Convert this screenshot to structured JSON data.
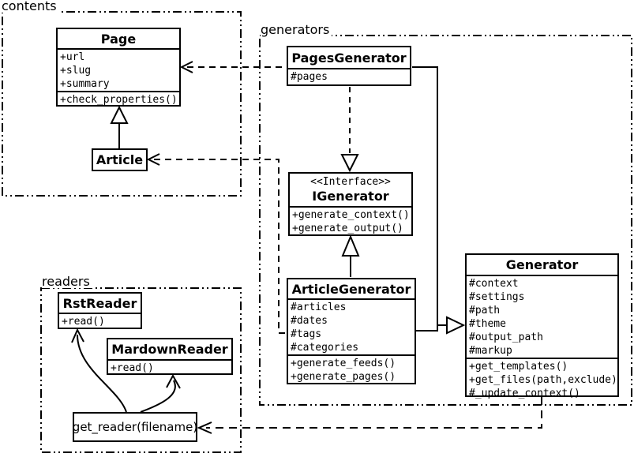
{
  "packages": {
    "contents": {
      "label": "contents"
    },
    "generators": {
      "label": "generators"
    },
    "readers": {
      "label": "readers"
    }
  },
  "classes": {
    "page": {
      "title": "Page",
      "attributes": [
        "+url",
        "+slug",
        "+summary"
      ],
      "methods": [
        "+check_properties()"
      ]
    },
    "article": {
      "title": "Article"
    },
    "pages_generator": {
      "title": "PagesGenerator",
      "attributes": [
        "#pages"
      ]
    },
    "igenerator": {
      "stereotype": "<<Interface>>",
      "title": "IGenerator",
      "methods": [
        "+generate_context()",
        "+generate_output()"
      ]
    },
    "article_generator": {
      "title": "ArticleGenerator",
      "attributes": [
        "#articles",
        "#dates",
        "#tags",
        "#categories"
      ],
      "methods": [
        "+generate_feeds()",
        "+generate_pages()"
      ]
    },
    "generator": {
      "title": "Generator",
      "attributes": [
        "#context",
        "#settings",
        "#path",
        "#theme",
        "#output_path",
        "#markup"
      ],
      "methods": [
        "+get_templates()",
        "+get_files(path,exclude)",
        "#_update_context()"
      ]
    },
    "rst_reader": {
      "title": "RstReader",
      "methods": [
        "+read()"
      ]
    },
    "mardown_reader": {
      "title": "MardownReader",
      "methods": [
        "+read()"
      ]
    }
  },
  "functions": {
    "get_reader": {
      "label": "get_reader(filename)"
    }
  },
  "relations": [
    {
      "from": "Article",
      "to": "Page",
      "type": "generalization"
    },
    {
      "from": "PagesGenerator",
      "to": "IGenerator",
      "type": "realization"
    },
    {
      "from": "ArticleGenerator",
      "to": "IGenerator",
      "type": "generalization"
    },
    {
      "from": "PagesGenerator",
      "to": "Generator",
      "type": "generalization"
    },
    {
      "from": "ArticleGenerator",
      "to": "Generator",
      "type": "generalization"
    },
    {
      "from": "PagesGenerator",
      "to": "Page",
      "type": "dependency"
    },
    {
      "from": "ArticleGenerator",
      "to": "Article",
      "type": "dependency"
    },
    {
      "from": "Generator",
      "to": "get_reader(filename)",
      "type": "dependency"
    },
    {
      "from": "get_reader(filename)",
      "to": "RstReader",
      "type": "association"
    },
    {
      "from": "get_reader(filename)",
      "to": "MardownReader",
      "type": "association"
    }
  ],
  "colors": {
    "line": "#000000",
    "background": "#ffffff",
    "box_fill": "#ffffff"
  }
}
